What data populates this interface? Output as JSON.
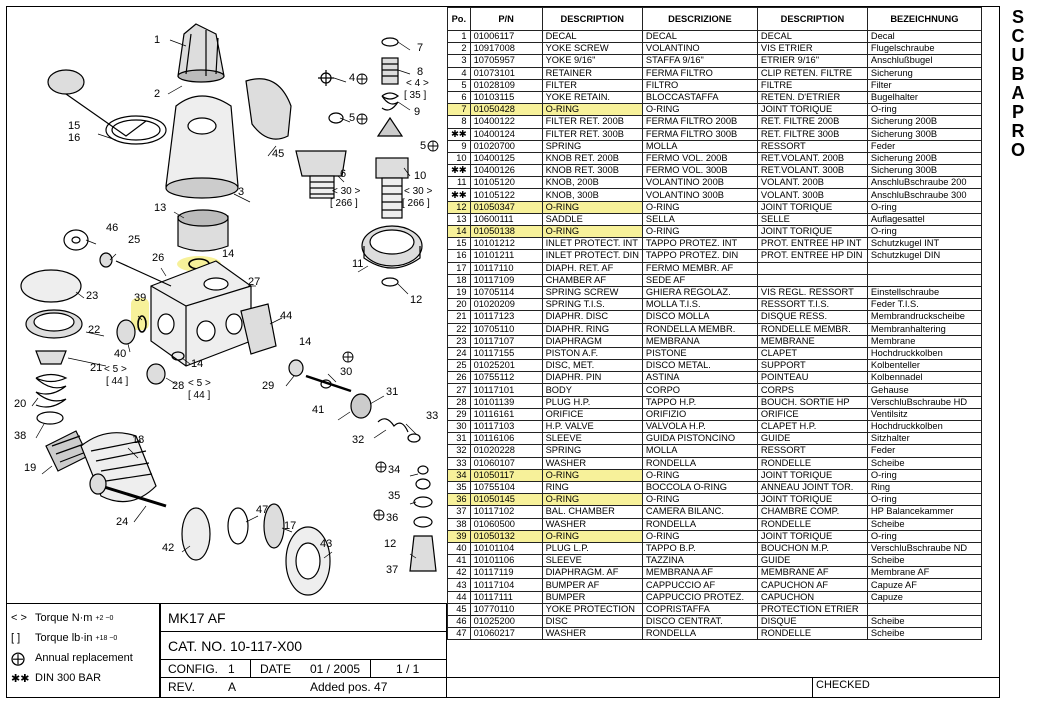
{
  "brand": {
    "letters": [
      "S",
      "C",
      "U",
      "B",
      "A",
      "P",
      "R",
      "O"
    ]
  },
  "table": {
    "headers": [
      "Po.",
      "P/N",
      "DESCRIPTION",
      "DESCRIZIONE",
      "DESCRIPTION",
      "BEZEICHNUNG"
    ],
    "rows": [
      {
        "no": "1",
        "pn": "01006117",
        "en": "DECAL",
        "it": "DECAL",
        "fr": "DECAL",
        "de": "Decal",
        "hl": false
      },
      {
        "no": "2",
        "pn": "10917008",
        "en": "YOKE SCREW",
        "it": "VOLANTINO",
        "fr": "VIS ETRIER",
        "de": "Flugelschraube",
        "hl": false
      },
      {
        "no": "3",
        "pn": "10705957",
        "en": "YOKE 9/16\"",
        "it": "STAFFA 9/16\"",
        "fr": "ETRIER 9/16\"",
        "de": "Anschlußbugel",
        "hl": false
      },
      {
        "no": "4",
        "pn": "01073101",
        "en": "RETAINER",
        "it": "FERMA FILTRO",
        "fr": "CLIP RETEN. FILTRE",
        "de": "Sicherung",
        "hl": false
      },
      {
        "no": "5",
        "pn": "01028109",
        "en": "FILTER",
        "it": "FILTRO",
        "fr": "FILTRE",
        "de": "Filter",
        "hl": false
      },
      {
        "no": "6",
        "pn": "10103115",
        "en": "YOKE RETAIN.",
        "it": "BLOCCASTAFFA",
        "fr": "RETEN. D'ETRIER",
        "de": "Bugelhalter",
        "hl": false
      },
      {
        "no": "7",
        "pn": "01050428",
        "en": "O-RING",
        "it": "O-RING",
        "fr": "JOINT TORIQUE",
        "de": "O-ring",
        "hl": true
      },
      {
        "no": "8",
        "pn": "10400122",
        "en": "FILTER RET. 200B",
        "it": "FERMA FILTRO 200B",
        "fr": "RET. FILTRE 200B",
        "de": "Sicherung 200B",
        "hl": false
      },
      {
        "no": "✱✱",
        "pn": "10400124",
        "en": "FILTER RET. 300B",
        "it": "FERMA FILTRO 300B",
        "fr": "RET. FILTRE 300B",
        "de": "Sicherung 300B",
        "hl": false
      },
      {
        "no": "9",
        "pn": "01020700",
        "en": "SPRING",
        "it": "MOLLA",
        "fr": "RESSORT",
        "de": "Feder",
        "hl": false
      },
      {
        "no": "10",
        "pn": "10400125",
        "en": "KNOB RET. 200B",
        "it": "FERMO VOL. 200B",
        "fr": "RET.VOLANT. 200B",
        "de": "Sicherung 200B",
        "hl": false
      },
      {
        "no": "✱✱",
        "pn": "10400126",
        "en": "KNOB RET. 300B",
        "it": "FERMO VOL. 300B",
        "fr": "RET.VOLANT. 300B",
        "de": "Sicherung 300B",
        "hl": false
      },
      {
        "no": "11",
        "pn": "10105120",
        "en": "KNOB, 200B",
        "it": "VOLANTINO 200B",
        "fr": "VOLANT. 200B",
        "de": "AnschluBschraube 200",
        "hl": false
      },
      {
        "no": "✱✱",
        "pn": "10105122",
        "en": "KNOB, 300B",
        "it": "VOLANTINO 300B",
        "fr": "VOLANT. 300B",
        "de": "AnschluBschraube 300",
        "hl": false
      },
      {
        "no": "12",
        "pn": "01050347",
        "en": "O-RING",
        "it": "O-RING",
        "fr": "JOINT TORIQUE",
        "de": "O-ring",
        "hl": true
      },
      {
        "no": "13",
        "pn": "10600111",
        "en": "SADDLE",
        "it": "SELLA",
        "fr": "SELLE",
        "de": "Auflagesattel",
        "hl": false
      },
      {
        "no": "14",
        "pn": "01050138",
        "en": "O-RING",
        "it": "O-RING",
        "fr": "JOINT TORIQUE",
        "de": "O-ring",
        "hl": true
      },
      {
        "no": "15",
        "pn": "10101212",
        "en": "INLET PROTECT. INT",
        "it": "TAPPO PROTEZ. INT",
        "fr": "PROT. ENTREE HP INT",
        "de": "Schutzkugel INT",
        "hl": false
      },
      {
        "no": "16",
        "pn": "10101211",
        "en": "INLET PROTECT. DIN",
        "it": "TAPPO PROTEZ. DIN",
        "fr": "PROT. ENTREE HP DIN",
        "de": "Schutzkugel DIN",
        "hl": false
      },
      {
        "no": "17",
        "pn": "10117110",
        "en": "DIAPH. RET. AF",
        "it": "FERMO MEMBR. AF",
        "fr": "",
        "de": "",
        "hl": false
      },
      {
        "no": "18",
        "pn": "10117109",
        "en": "CHAMBER AF",
        "it": "SEDE AF",
        "fr": "",
        "de": "",
        "hl": false
      },
      {
        "no": "19",
        "pn": "10705114",
        "en": "SPRING SCREW",
        "it": "GHIERA REGOLAZ.",
        "fr": "VIS REGL. RESSORT",
        "de": "Einstellschraube",
        "hl": false
      },
      {
        "no": "20",
        "pn": "01020209",
        "en": "SPRING T.I.S.",
        "it": "MOLLA T.I.S.",
        "fr": "RESSORT T.I.S.",
        "de": "Feder T.I.S.",
        "hl": false
      },
      {
        "no": "21",
        "pn": "10117123",
        "en": "DIAPHR. DISC",
        "it": "DISCO MOLLA",
        "fr": "DISQUE RESS.",
        "de": "Membrandruckscheibe",
        "hl": false
      },
      {
        "no": "22",
        "pn": "10705110",
        "en": "DIAPHR. RING",
        "it": "RONDELLA MEMBR.",
        "fr": "RONDELLE MEMBR.",
        "de": "Membranhaltering",
        "hl": false
      },
      {
        "no": "23",
        "pn": "10117107",
        "en": "DIAPHRAGM",
        "it": "MEMBRANA",
        "fr": "MEMBRANE",
        "de": "Membrane",
        "hl": false
      },
      {
        "no": "24",
        "pn": "10117155",
        "en": "PISTON A.F.",
        "it": "PISTONE",
        "fr": "CLAPET",
        "de": "Hochdruckkolben",
        "hl": false
      },
      {
        "no": "25",
        "pn": "01025201",
        "en": "DISC, MET.",
        "it": "DISCO METAL.",
        "fr": "SUPPORT",
        "de": "Kolbenteller",
        "hl": false
      },
      {
        "no": "26",
        "pn": "10755112",
        "en": "DIAPHR. PIN",
        "it": "ASTINA",
        "fr": "POINTEAU",
        "de": "Kolbennadel",
        "hl": false
      },
      {
        "no": "27",
        "pn": "10117101",
        "en": "BODY",
        "it": "CORPO",
        "fr": "CORPS",
        "de": "Gehause",
        "hl": false
      },
      {
        "no": "28",
        "pn": "10101139",
        "en": "PLUG H.P.",
        "it": "TAPPO H.P.",
        "fr": "BOUCH. SORTIE HP",
        "de": "VerschluBschraube HD",
        "hl": false
      },
      {
        "no": "29",
        "pn": "10116161",
        "en": "ORIFICE",
        "it": "ORIFIZIO",
        "fr": "ORIFICE",
        "de": "Ventilsitz",
        "hl": false
      },
      {
        "no": "30",
        "pn": "10117103",
        "en": "H.P. VALVE",
        "it": "VALVOLA H.P.",
        "fr": "CLAPET H.P.",
        "de": "Hochdruckkolben",
        "hl": false
      },
      {
        "no": "31",
        "pn": "10116106",
        "en": "SLEEVE",
        "it": "GUIDA PISTONCINO",
        "fr": "GUIDE",
        "de": "Sitzhalter",
        "hl": false
      },
      {
        "no": "32",
        "pn": "01020228",
        "en": "SPRING",
        "it": "MOLLA",
        "fr": "RESSORT",
        "de": "Feder",
        "hl": false
      },
      {
        "no": "33",
        "pn": "01060107",
        "en": "WASHER",
        "it": "RONDELLA",
        "fr": "RONDELLE",
        "de": "Scheibe",
        "hl": false
      },
      {
        "no": "34",
        "pn": "01050117",
        "en": "O-RING",
        "it": "O-RING",
        "fr": "JOINT TORIQUE",
        "de": "O-ring",
        "hl": true
      },
      {
        "no": "35",
        "pn": "10755104",
        "en": "RING",
        "it": "BOCCOLA O-RING",
        "fr": "ANNEAU JOINT TOR.",
        "de": "Ring",
        "hl": false
      },
      {
        "no": "36",
        "pn": "01050145",
        "en": "O-RING",
        "it": "O-RING",
        "fr": "JOINT TORIQUE",
        "de": "O-ring",
        "hl": true
      },
      {
        "no": "37",
        "pn": "10117102",
        "en": "BAL. CHAMBER",
        "it": "CAMERA BILANC.",
        "fr": "CHAMBRE COMP.",
        "de": "HP Balancekammer",
        "hl": false
      },
      {
        "no": "38",
        "pn": "01060500",
        "en": "WASHER",
        "it": "RONDELLA",
        "fr": "RONDELLE",
        "de": "Scheibe",
        "hl": false
      },
      {
        "no": "39",
        "pn": "01050132",
        "en": "O-RING",
        "it": "O-RING",
        "fr": "JOINT TORIQUE",
        "de": "O-ring",
        "hl": true
      },
      {
        "no": "40",
        "pn": "10101104",
        "en": "PLUG L.P.",
        "it": "TAPPO B.P.",
        "fr": "BOUCHON M.P.",
        "de": "VerschluBschraube ND",
        "hl": false
      },
      {
        "no": "41",
        "pn": "10101106",
        "en": "SLEEVE",
        "it": "TAZZINA",
        "fr": "GUIDE",
        "de": "Scheibe",
        "hl": false
      },
      {
        "no": "42",
        "pn": "10117119",
        "en": "DIAPHRAGM. AF",
        "it": "MEMBRANA AF",
        "fr": "MEMBRANE AF",
        "de": "Membrane AF",
        "hl": false
      },
      {
        "no": "43",
        "pn": "10117104",
        "en": "BUMPER AF",
        "it": "CAPPUCCIO AF",
        "fr": "CAPUCHON AF",
        "de": "Capuze AF",
        "hl": false
      },
      {
        "no": "44",
        "pn": "10117111",
        "en": "BUMPER",
        "it": "CAPPUCCIO PROTEZ.",
        "fr": "CAPUCHON",
        "de": "Capuze",
        "hl": false
      },
      {
        "no": "45",
        "pn": "10770110",
        "en": "YOKE PROTECTION",
        "it": "COPRISTAFFA",
        "fr": "PROTECTION ETRIER",
        "de": "",
        "hl": false
      },
      {
        "no": "46",
        "pn": "01025200",
        "en": "DISC",
        "it": "DISCO CENTRAT.",
        "fr": "DISQUE",
        "de": "Scheibe",
        "hl": false
      },
      {
        "no": "47",
        "pn": "01060217",
        "en": "WASHER",
        "it": "RONDELLA",
        "fr": "RONDELLE",
        "de": "Scheibe",
        "hl": false
      }
    ]
  },
  "legend": {
    "torque_nm": "Torque  N·m",
    "torque_nm_tol": "+2 −0",
    "torque_lbin": "Torque  lb·in",
    "torque_lbin_tol": "+18 −0",
    "annual": "Annual replacement",
    "din": "DIN 300 BAR",
    "sym_nm": "< >",
    "sym_lbin": "[ ]",
    "sym_annual": "⨁",
    "sym_din": "✱✱"
  },
  "titleblock": {
    "model": "MK17 AF",
    "cat": "CAT. NO.  10-117-X00",
    "config_label": "CONFIG.",
    "config_value": "1",
    "date_label": "DATE",
    "date_value": "01 / 2005",
    "sheet": "1 / 1",
    "rev_label": "REV.",
    "rev_value": "A",
    "rev_note": "Added pos. 47",
    "checked": "CHECKED"
  },
  "drawing": {
    "labels": [
      {
        "id": "1",
        "t": "1"
      },
      {
        "id": "2",
        "t": "2"
      },
      {
        "id": "3",
        "t": "3"
      },
      {
        "id": "4",
        "t": "4"
      },
      {
        "id": "5a",
        "t": "5"
      },
      {
        "id": "5b",
        "t": "5"
      },
      {
        "id": "6",
        "t": "6"
      },
      {
        "id": "7",
        "t": "7"
      },
      {
        "id": "8",
        "t": "8"
      },
      {
        "id": "9",
        "t": "9"
      },
      {
        "id": "10",
        "t": "10"
      },
      {
        "id": "11",
        "t": "11"
      },
      {
        "id": "12a",
        "t": "12"
      },
      {
        "id": "12b",
        "t": "12"
      },
      {
        "id": "13",
        "t": "13"
      },
      {
        "id": "14a",
        "t": "14"
      },
      {
        "id": "14b",
        "t": "14"
      },
      {
        "id": "14c",
        "t": "14"
      },
      {
        "id": "15",
        "t": "15"
      },
      {
        "id": "16",
        "t": "16"
      },
      {
        "id": "17",
        "t": "17"
      },
      {
        "id": "18",
        "t": "18"
      },
      {
        "id": "19",
        "t": "19"
      },
      {
        "id": "20",
        "t": "20"
      },
      {
        "id": "21",
        "t": "21"
      },
      {
        "id": "22",
        "t": "22"
      },
      {
        "id": "23",
        "t": "23"
      },
      {
        "id": "24",
        "t": "24"
      },
      {
        "id": "25",
        "t": "25"
      },
      {
        "id": "26",
        "t": "26"
      },
      {
        "id": "27",
        "t": "27"
      },
      {
        "id": "28",
        "t": "28"
      },
      {
        "id": "29",
        "t": "29"
      },
      {
        "id": "30",
        "t": "30"
      },
      {
        "id": "31",
        "t": "31"
      },
      {
        "id": "32",
        "t": "32"
      },
      {
        "id": "33",
        "t": "33"
      },
      {
        "id": "34",
        "t": "34"
      },
      {
        "id": "35",
        "t": "35"
      },
      {
        "id": "36",
        "t": "36"
      },
      {
        "id": "37",
        "t": "37"
      },
      {
        "id": "38",
        "t": "38"
      },
      {
        "id": "39",
        "t": "39"
      },
      {
        "id": "40",
        "t": "40"
      },
      {
        "id": "41",
        "t": "41"
      },
      {
        "id": "42",
        "t": "42"
      },
      {
        "id": "43",
        "t": "43"
      },
      {
        "id": "44",
        "t": "44"
      },
      {
        "id": "45",
        "t": "45"
      },
      {
        "id": "46",
        "t": "46"
      },
      {
        "id": "47",
        "t": "47"
      }
    ],
    "torque": [
      {
        "id": "t8",
        "t": "< 4 >"
      },
      {
        "id": "t8b",
        "t": "[ 35 ]"
      },
      {
        "id": "t6",
        "t": "< 30 >"
      },
      {
        "id": "t6b",
        "t": "[ 266 ]"
      },
      {
        "id": "t10",
        "t": "< 30 >"
      },
      {
        "id": "t10b",
        "t": "[ 266 ]"
      },
      {
        "id": "t21",
        "t": "< 5 >"
      },
      {
        "id": "t21b",
        "t": "[ 44 ]"
      },
      {
        "id": "t28",
        "t": "< 5 >"
      },
      {
        "id": "t28b",
        "t": "[ 44 ]"
      }
    ]
  }
}
